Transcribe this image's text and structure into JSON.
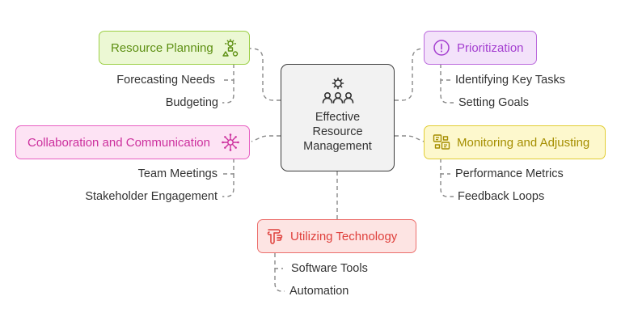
{
  "center": {
    "title_line1": "Effective",
    "title_line2": "Resource",
    "title_line3": "Management",
    "icon": "team-gear-icon"
  },
  "branches": {
    "resource_planning": {
      "label": "Resource Planning",
      "icon": "lightbulb-shapes-icon",
      "items": [
        "Forecasting Needs",
        "Budgeting"
      ]
    },
    "collaboration": {
      "label": "Collaboration and Communication",
      "icon": "network-hub-icon",
      "items": [
        "Team Meetings",
        "Stakeholder Engagement"
      ]
    },
    "prioritization": {
      "label": "Prioritization",
      "icon": "info-circle-icon",
      "items": [
        "Identifying Key Tasks",
        "Setting Goals"
      ]
    },
    "monitoring": {
      "label": "Monitoring and Adjusting",
      "icon": "monitor-screens-icon",
      "items": [
        "Performance Metrics",
        "Feedback Loops"
      ]
    },
    "technology": {
      "label": "Utilizing Technology",
      "icon": "pointer-hand-icon",
      "items": [
        "Software Tools",
        "Automation"
      ]
    }
  },
  "colors": {
    "green_fill": "#ecf8d4",
    "green_border": "#9ccf46",
    "green_text": "#5d8f12",
    "pink_fill": "#fde3f4",
    "pink_border": "#e85fc2",
    "pink_text": "#cc2f9d",
    "purple_fill": "#f3e2fa",
    "purple_border": "#bb6bdd",
    "purple_text": "#a43fd0",
    "yellow_fill": "#fdf8cd",
    "yellow_border": "#e2cd35",
    "yellow_text": "#a58e00",
    "red_fill": "#fde4e3",
    "red_border": "#ec6f6c",
    "red_text": "#df3f3b",
    "connector": "#8a8a8a"
  }
}
